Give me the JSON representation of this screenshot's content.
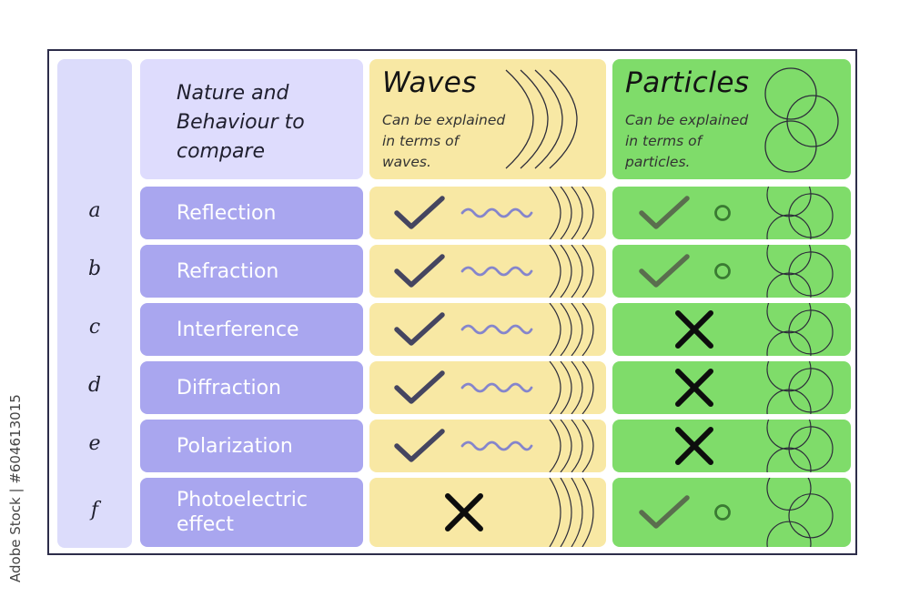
{
  "header": {
    "nature_label": [
      "Nature and",
      "Behaviour to",
      "compare"
    ],
    "waves_title": "Waves",
    "waves_desc": [
      "Can be explained",
      "in terms of",
      "waves."
    ],
    "particles_title": "Particles",
    "particles_desc": [
      "Can be explained",
      "in terms of",
      "particles."
    ]
  },
  "rows": [
    {
      "letter": "a",
      "label": "Reflection",
      "waves": "check",
      "particles": "check"
    },
    {
      "letter": "b",
      "label": "Refraction",
      "waves": "check",
      "particles": "check"
    },
    {
      "letter": "c",
      "label": "Interference",
      "waves": "check",
      "particles": "cross"
    },
    {
      "letter": "d",
      "label": "Diffraction",
      "waves": "check",
      "particles": "cross"
    },
    {
      "letter": "e",
      "label": "Polarization",
      "waves": "check",
      "particles": "cross"
    },
    {
      "letter": "f",
      "label": "Photoelectric effect",
      "waves": "cross",
      "particles": "check"
    }
  ],
  "icons": {
    "wave_check": "check-icon",
    "wave_symbol": "wave-icon",
    "particle_check": "check-icon",
    "particle_symbol": "circle-icon",
    "cross": "cross-icon"
  },
  "colors": {
    "letter_column": "#dcdcfb",
    "header_nature": "#dedcfd",
    "row_label": "#a9a6ef",
    "waves_cell": "#f8e8a4",
    "particles_cell": "#7fdc6a",
    "wave_check": "#454560",
    "particle_check": "#5a6e4e",
    "wave_symbol": "#8585cc",
    "particle_symbol": "#3a7a32",
    "cross": "#0d0d0d"
  },
  "watermark": "Adobe Stock | #604613015"
}
